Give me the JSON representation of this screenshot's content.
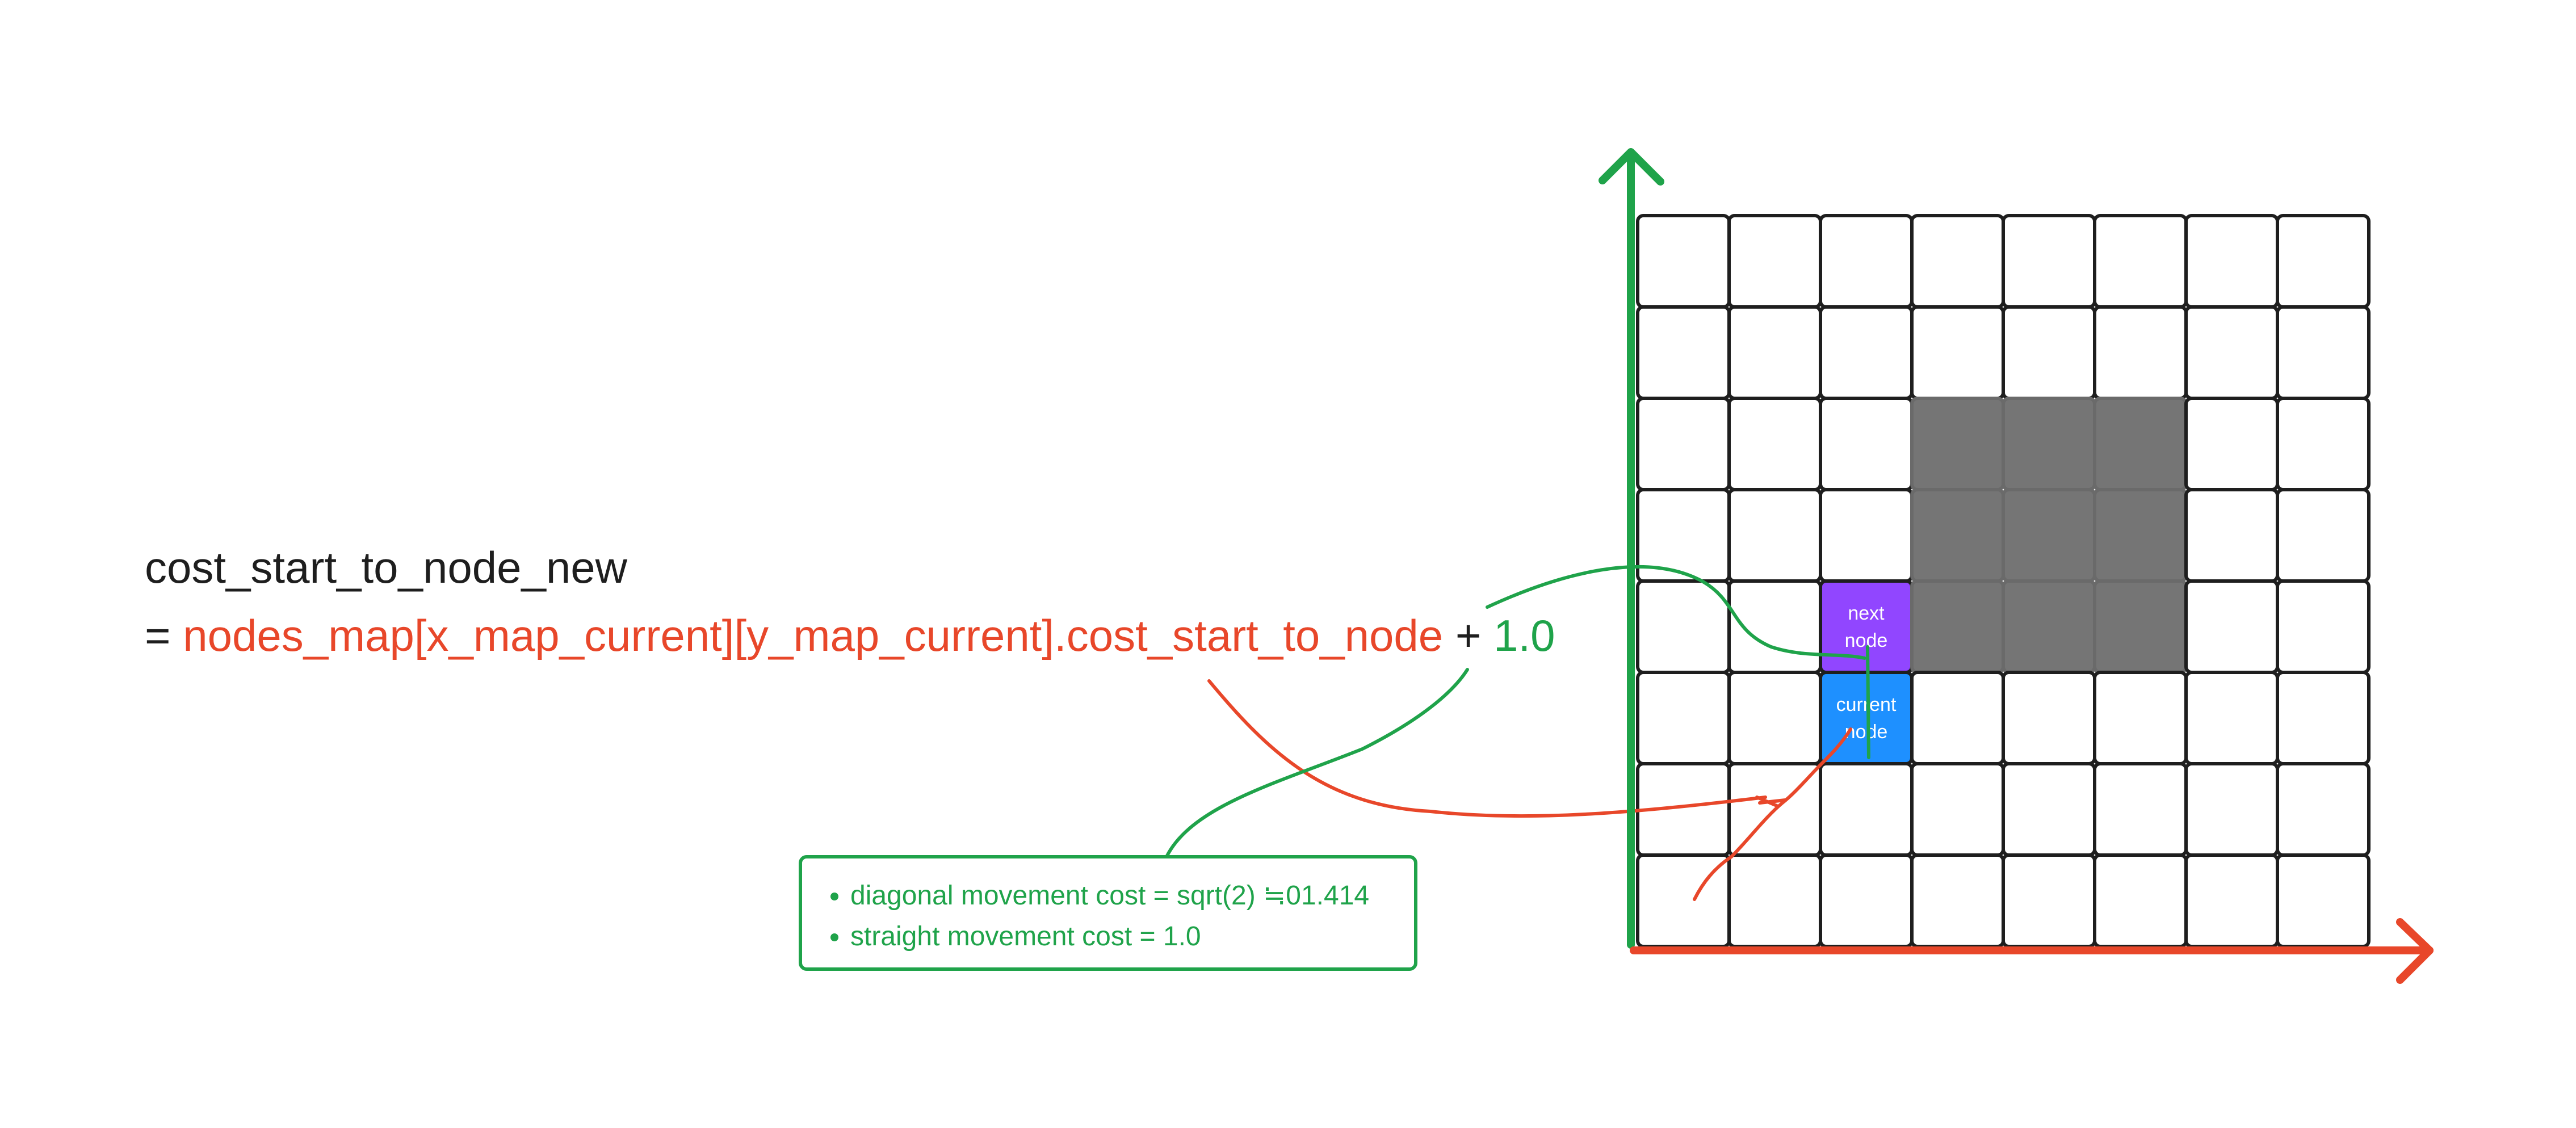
{
  "formula": {
    "lhs": "cost_start_to_node_new",
    "eq": "=",
    "expr": "nodes_map[x_map_current][y_map_current].cost_start_to_node",
    "plus": "+",
    "step_cost": "1.0"
  },
  "note": {
    "items": [
      "diagonal movement cost = sqrt(2) ≒01.414",
      "straight movement cost = 1.0"
    ]
  },
  "grid": {
    "cols": 8,
    "rows": 8,
    "obstacle_cells": [
      [
        3,
        2
      ],
      [
        4,
        2
      ],
      [
        5,
        2
      ],
      [
        3,
        3
      ],
      [
        4,
        3
      ],
      [
        5,
        3
      ],
      [
        3,
        4
      ],
      [
        4,
        4
      ],
      [
        5,
        4
      ]
    ],
    "next_node": {
      "col": 2,
      "row": 4,
      "label_line1": "next",
      "label_line2": "node",
      "color": "#9146ff"
    },
    "current_node": {
      "col": 2,
      "row": 5,
      "label_line1": "current",
      "label_line2": "node",
      "color": "#1e90ff"
    }
  },
  "colors": {
    "red": "#e8472a",
    "green": "#1fa34a",
    "obstacle": "#757575",
    "text": "#1e1e1e"
  }
}
